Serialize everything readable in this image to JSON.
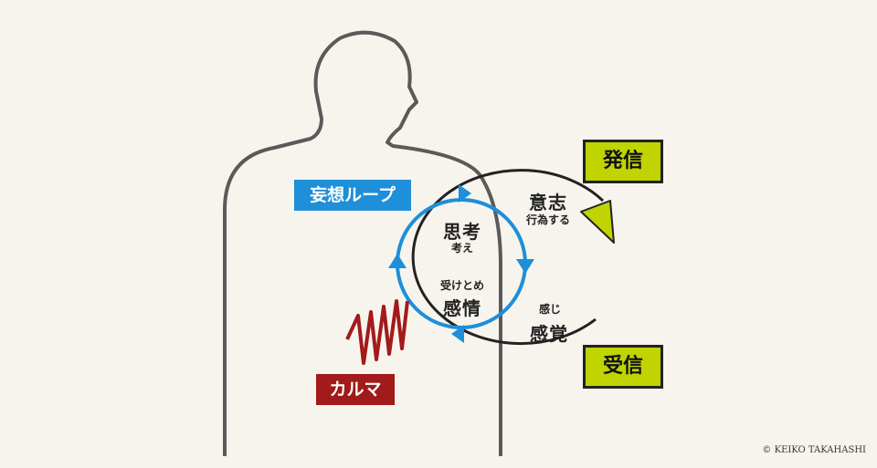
{
  "labels": {
    "mousou_loop": "妄想ループ",
    "karma": "カルマ",
    "hasshin": "発信",
    "jushin": "受信",
    "ishi": "意志",
    "koui_suru": "行為する",
    "shikou": "思考",
    "kangae": "考え",
    "uketome": "受けとめ",
    "kanjou": "感情",
    "kanji": "感じ",
    "kankaku": "感覚"
  },
  "copyright": "© KEIKO TAKAHASHI",
  "colors": {
    "background": "#f7f4ee",
    "silhouette": "#555555",
    "loop_blue": "#1e8fd8",
    "karma_red": "#a31a1a",
    "signal_green": "#bfd400",
    "outer_loop": "#222222"
  }
}
